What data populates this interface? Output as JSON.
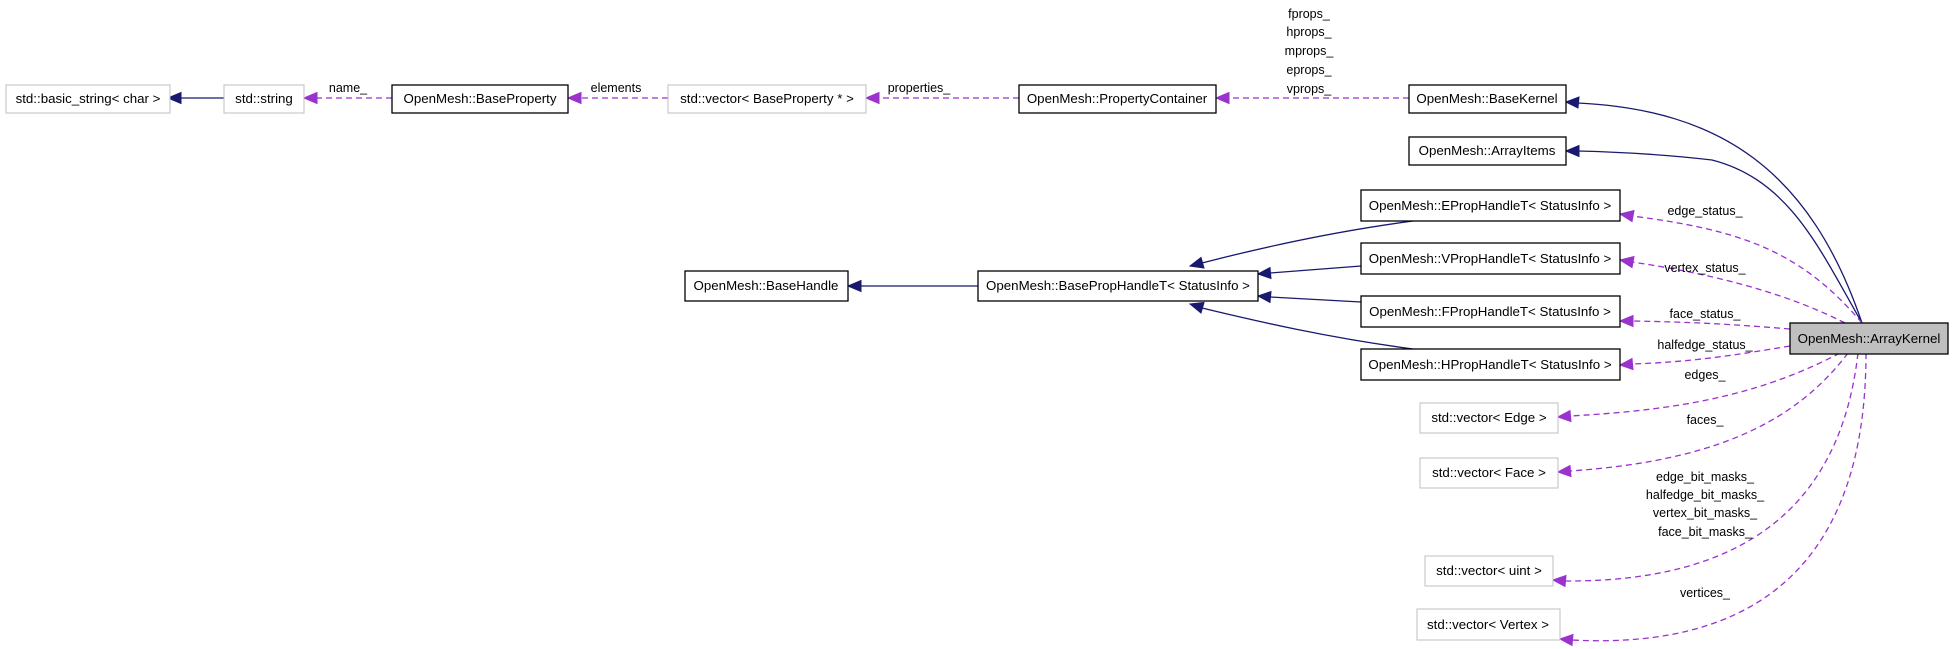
{
  "nodes": {
    "basic_string": "std::basic_string< char >",
    "string": "std::string",
    "base_property": "OpenMesh::BaseProperty",
    "vector_base_property": "std::vector< BaseProperty * >",
    "property_container": "OpenMesh::PropertyContainer",
    "base_kernel": "OpenMesh::BaseKernel",
    "array_items": "OpenMesh::ArrayItems",
    "eprop_handle": "OpenMesh::EPropHandleT< StatusInfo >",
    "vprop_handle": "OpenMesh::VPropHandleT< StatusInfo >",
    "fprop_handle": "OpenMesh::FPropHandleT< StatusInfo >",
    "hprop_handle": "OpenMesh::HPropHandleT< StatusInfo >",
    "base_handle": "OpenMesh::BaseHandle",
    "base_prop_handle": "OpenMesh::BasePropHandleT< StatusInfo >",
    "array_kernel": "OpenMesh::ArrayKernel",
    "vector_edge": "std::vector< Edge >",
    "vector_face": "std::vector< Face >",
    "vector_uint": "std::vector< uint >",
    "vector_vertex": "std::vector< Vertex >"
  },
  "edge_labels": {
    "name": "name_",
    "elements": "elements",
    "properties": "properties_",
    "kernel_props": [
      "fprops_",
      "hprops_",
      "mprops_",
      "eprops_",
      "vprops_"
    ],
    "edge_status": "edge_status_",
    "vertex_status": "vertex_status_",
    "face_status": "face_status_",
    "halfedge_status": "halfedge_status_",
    "edges": "edges_",
    "faces": "faces_",
    "bit_masks": [
      "edge_bit_masks_",
      "halfedge_bit_masks_",
      "vertex_bit_masks_",
      "face_bit_masks_"
    ],
    "vertices": "vertices_"
  },
  "colors": {
    "inheritance": "#191970",
    "usage": "#9a32cd",
    "focus_fill": "#bfbfbf"
  }
}
